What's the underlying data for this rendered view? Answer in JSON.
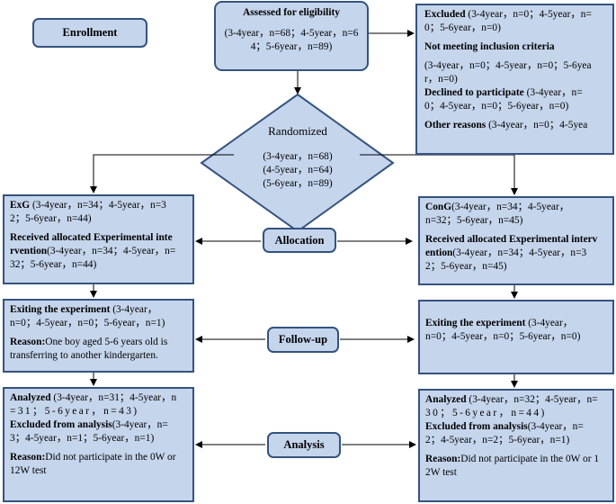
{
  "enrollment": {
    "label": "Enrollment"
  },
  "assessed": {
    "title": "Assessed for eligibility",
    "line1": "(3-4year，n=68；4-5year，n=6",
    "line2": "4；5-6year，n=89)"
  },
  "excluded": {
    "title": "Excluded",
    "line1": " (3-4year，n=0；4-5year，n=",
    "line2": "0；5-6year，n=0)",
    "not_meeting_title": "Not meeting inclusion criteria",
    "not_meeting_1": " (3-4year，n=0；4-5year，n=0；5-6yea",
    "not_meeting_2": "r，n=0)",
    "declined_title": "Declined to participate",
    "declined_1": " (3-4year，n=",
    "declined_2": "0；4-5year，n=0；5-6year，n=0)",
    "other_title": "Other reasons",
    "other_1": " (3-4year，n=0；4-5yea"
  },
  "randomized": {
    "title": "Randomized",
    "line1": "(3-4year，n=68)",
    "line2": "(4-5year，n=64)",
    "line3": "(5-6year，n=89)"
  },
  "allocation": {
    "label": "Allocation"
  },
  "followup": {
    "label": "Follow-up"
  },
  "analysis": {
    "label": "Analysis"
  },
  "exg_alloc": {
    "title": "ExG",
    "line1": " (3-4year，n=34；4-5year，n=3",
    "line2": "2；5-6year，n=44)",
    "received_title_1": "Received allocated Experimental inte",
    "received_title_2": "rvention",
    "received_1": "(3-4year，n=34；4-5year，n=",
    "received_2": "32；5-6year，n=44)"
  },
  "cong_alloc": {
    "title": "ConG",
    "line1": "(3-4year，n=34；4-5year，",
    "line2": "n=32；5-6year，n=45)",
    "received_title_1": "Received allocated Experimental interv",
    "received_title_2": "ention",
    "received_1": "(3-4year，n=34；4-5year，n=3",
    "received_2": "2；5-6year，n=45)"
  },
  "exg_follow": {
    "title": "Exiting the experiment",
    "line1": " (3-4year，",
    "line2": "n=0；4-5year，n=0；5-6year，n=1)",
    "reason_title": "Reason:",
    "reason_1": "One boy aged 5-6 years old is",
    "reason_2": "transferring to another kindergarten."
  },
  "cong_follow": {
    "title": "Exiting the experiment",
    "line1": " (3-4year，",
    "line2": "n=0；4-5year，n=0；5-6year，n=0)"
  },
  "exg_analysis": {
    "title": "Analyzed",
    "line1": " (3-4year，n=31；4-5year，n",
    "line2": "=31；5-6year，n=43)",
    "excl_title": "Excluded from analysis",
    "excl_1": "(3-4year，n=",
    "excl_2": "3；4-5year，n=1；5-6year，n=1)",
    "reason_title": "Reason:",
    "reason_1": "Did not participate in the 0W or",
    "reason_2": "12W test"
  },
  "cong_analysis": {
    "title": "Analyzed",
    "line1": " (3-4year，n=32；4-5year，n=",
    "line2": "30；5-6year，n=44)",
    "excl_title": "Excluded from analysis",
    "excl_1": "(3-4year，n=",
    "excl_2": "2；4-5year，n=2；5-6year，n=1)",
    "reason_title": "Reason:",
    "reason_1": "Did not participate in the 0W or 1",
    "reason_2": "2W test"
  }
}
